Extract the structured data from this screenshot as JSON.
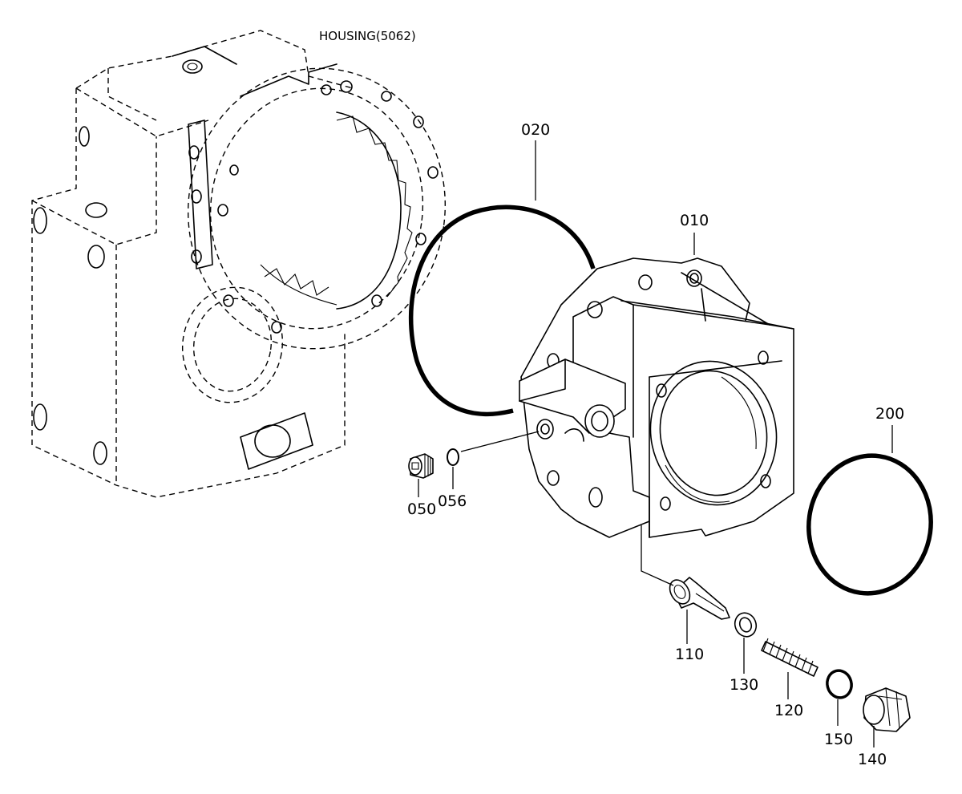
{
  "title": "HOUSING(5062)",
  "callouts": {
    "p010": "010",
    "p020": "020",
    "p050": "050",
    "p056": "056",
    "p110": "110",
    "p120": "120",
    "p130": "130",
    "p140": "140",
    "p150": "150",
    "p200": "200"
  }
}
